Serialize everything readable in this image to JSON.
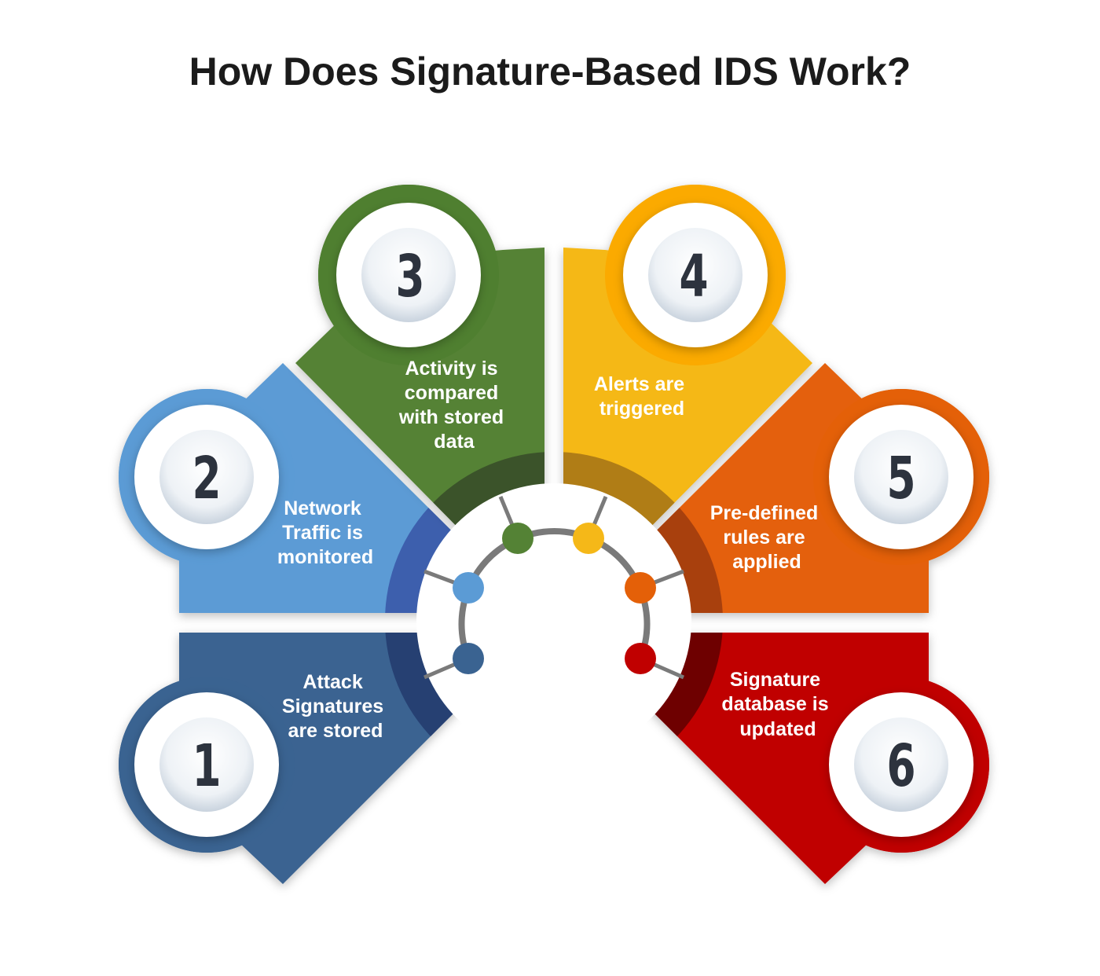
{
  "title": "How Does Signature-Based IDS Work?",
  "segments": [
    {
      "number": "1",
      "lines": [
        "Attack",
        "Signatures",
        "are stored"
      ],
      "color": "#3a6391",
      "band": "#263f72",
      "ring": "#3a6391"
    },
    {
      "number": "2",
      "lines": [
        "Network",
        "Traffic is",
        "monitored"
      ],
      "color": "#5b9bd5",
      "band": "#3d5fad",
      "ring": "#5b9bd5"
    },
    {
      "number": "3",
      "lines": [
        "Activity is",
        "compared",
        "with stored",
        "data"
      ],
      "color": "#548235",
      "band": "#3a5229",
      "ring": "#4f7f30"
    },
    {
      "number": "4",
      "lines": [
        "Alerts are",
        "triggered"
      ],
      "color": "#f5b818",
      "band": "#b07d12",
      "ring": "#fbaa00"
    },
    {
      "number": "5",
      "lines": [
        "Pre-defined",
        "rules are",
        "applied"
      ],
      "color": "#e46008",
      "band": "#a8400a",
      "ring": "#e46008"
    },
    {
      "number": "6",
      "lines": [
        "Signature",
        "database is",
        "updated"
      ],
      "color": "#c00000",
      "band": "#6e0000",
      "ring": "#c00000"
    }
  ],
  "connector_color": "#7a7a7a"
}
